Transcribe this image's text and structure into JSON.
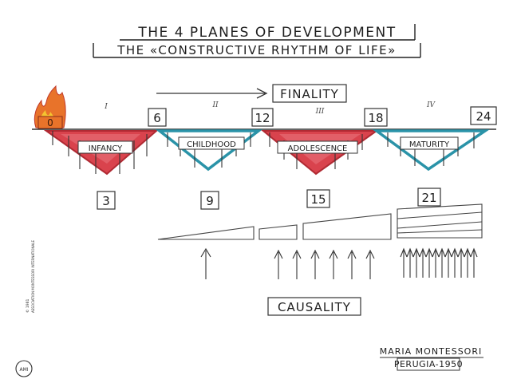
{
  "title": {
    "line1": "THE 4 PLANES OF DEVELOPMENT",
    "line2": "THE «CONSTRUCTIVE RHYTHM OF LIFE»"
  },
  "finality": "FINALITY",
  "causality": "CAUSALITY",
  "ages": {
    "zero": "0",
    "six": "6",
    "twelve": "12",
    "eighteen": "18",
    "twentyfour": "24",
    "three": "3",
    "nine": "9",
    "fifteen": "15",
    "twentyone": "21"
  },
  "planes": [
    {
      "roman": "I",
      "label": "INFANCY",
      "color": "#c8323c"
    },
    {
      "roman": "II",
      "label": "CHILDHOOD",
      "color": "#2a93a8"
    },
    {
      "roman": "III",
      "label": "ADOLESCENCE",
      "color": "#c8323c"
    },
    {
      "roman": "IV",
      "label": "MATURITY",
      "color": "#2a93a8"
    }
  ],
  "signature": {
    "line1": "MARIA MONTESSORI",
    "line2": "PERUGIA-1950"
  },
  "logo": "AMI",
  "copyright": {
    "line1": "© 1981",
    "line2": "ASSOCIATION MONTESSORI INTERNATIONALE"
  }
}
